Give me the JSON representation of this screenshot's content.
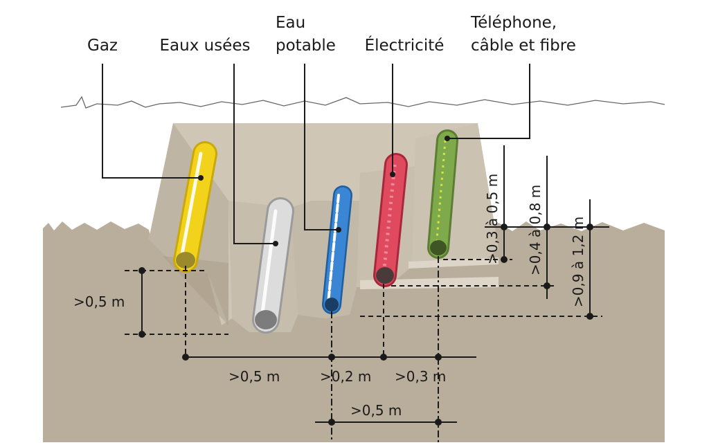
{
  "labels": {
    "gaz": "Gaz",
    "eaux_usees": "Eaux usées",
    "eau_potable_line1": "Eau",
    "eau_potable_line2": "potable",
    "electricite": "Électricité",
    "telephone_line1": "Téléphone,",
    "telephone_line2": "câble et fibre"
  },
  "dimensions": {
    "gaz_depth": ">0,5 m",
    "gaz_to_eau_potable": ">0,5 m",
    "eau_potable_to_electricite": ">0,2 m",
    "electricite_to_telecom": ">0,3 m",
    "eau_potable_to_telecom": ">0,5 m",
    "telecom_depth": ">0,3 à 0,5 m",
    "electricite_depth": ">0,4 à 0,8 m",
    "eau_potable_depth": ">0,9 à 1,2 m"
  },
  "colors": {
    "gaz": "#f2d21b",
    "eaux_usees": "#d9d9d9",
    "eau_potable": "#3a86d4",
    "electricite": "#e04a5f",
    "telephone": "#7faa4b",
    "ground": "#b9ad9b",
    "trench": "#cbc2b3"
  }
}
